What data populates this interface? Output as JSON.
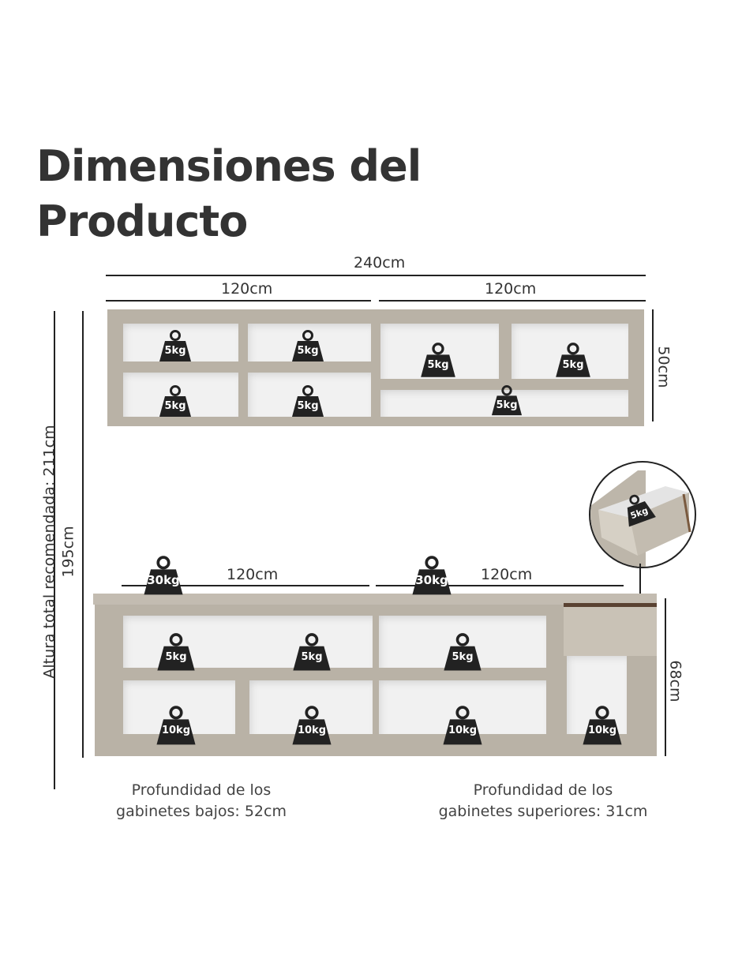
{
  "title": {
    "line1": "Dimensiones del",
    "line2": "Producto"
  },
  "dimensions": {
    "total_width": "240cm",
    "upper_left_width": "120cm",
    "upper_right_width": "120cm",
    "upper_height": "50cm",
    "lower_left_width": "120cm",
    "lower_right_width": "120cm",
    "lower_height": "68cm",
    "total_height": "195cm",
    "recommended_height": "Altura total recomendada: 211cm"
  },
  "weights": {
    "upper": [
      "5kg",
      "5kg",
      "5kg",
      "5kg",
      "5kg",
      "5kg",
      "5kg"
    ],
    "top": [
      "30kg",
      "30kg"
    ],
    "lower_upper_row": [
      "5kg",
      "5kg",
      "5kg"
    ],
    "lower_bottom_row": [
      "10kg",
      "10kg",
      "10kg",
      "10kg"
    ],
    "drawer": "5kg"
  },
  "depth": {
    "lower": {
      "line1": "Profundidad de los",
      "line2": "gabinetes bajos: 52cm"
    },
    "upper": {
      "line1": "Profundidad de los",
      "line2": "gabinetes superiores: 31cm"
    }
  },
  "colors": {
    "cabinet": "#b9b2a6",
    "weight": "#222222",
    "interior": "#f1f1f1"
  }
}
